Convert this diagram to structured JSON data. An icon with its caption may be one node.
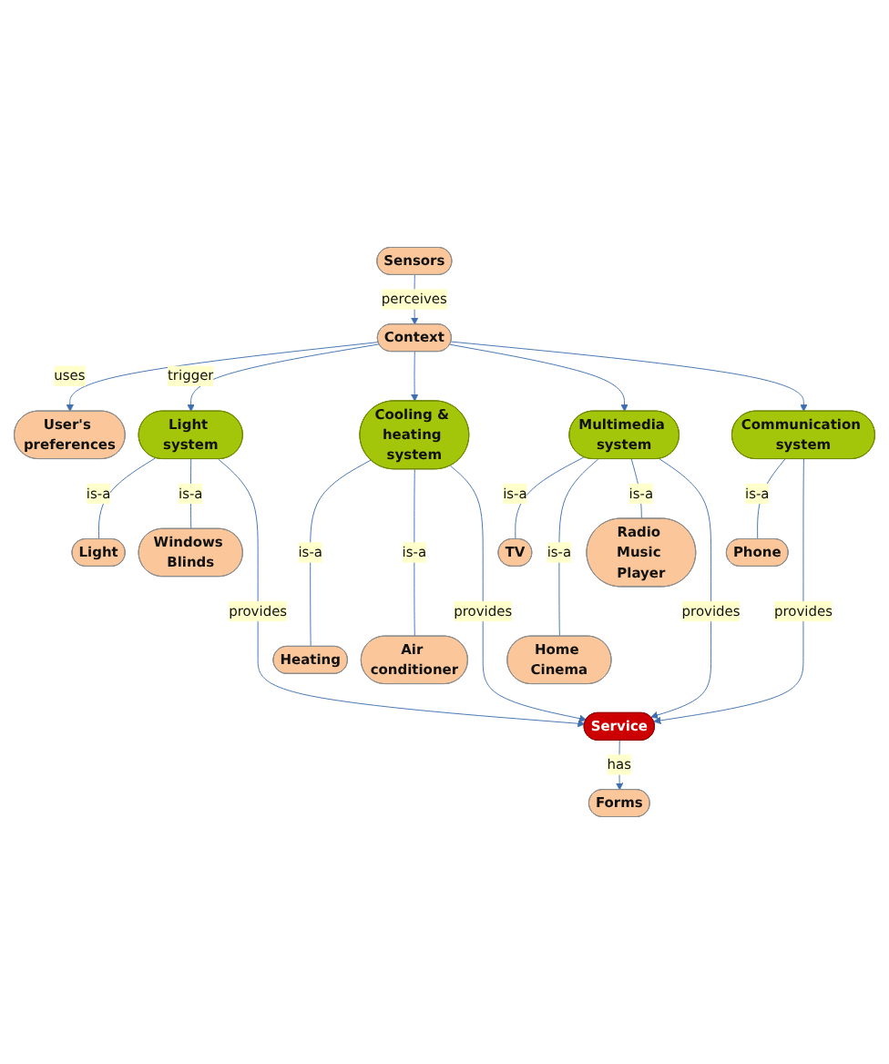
{
  "diagram": {
    "nodes": [
      {
        "text": [
          "Sensors"
        ]
      },
      {
        "text": [
          "User's preferences"
        ]
      },
      {
        "text": [
          "Context"
        ]
      },
      {
        "text": [
          "Light system"
        ]
      },
      {
        "text": [
          "Cooling & heating system"
        ]
      },
      {
        "text": [
          "Multimedia system"
        ]
      },
      {
        "text": [
          "Communication system"
        ]
      },
      {
        "text": [
          "Light"
        ]
      },
      {
        "text": [
          "Windows Blinds"
        ]
      },
      {
        "text": [
          "TV"
        ]
      },
      {
        "text": [
          "Home Cinema"
        ]
      },
      {
        "text": [
          "Radio Music Player"
        ]
      },
      {
        "text": [
          "Phone"
        ]
      },
      {
        "text": [
          "Heating"
        ]
      },
      {
        "text": [
          "Air conditioner"
        ]
      },
      {
        "text": [
          "Service"
        ]
      },
      {
        "text": [
          "Forms"
        ]
      }
    ],
    "edges": [
      {
        "from": 0,
        "to": 2,
        "arrow": "to",
        "label": "perceives"
      },
      {
        "from": 2,
        "to": 1,
        "arrow": "to",
        "label": "uses"
      },
      {
        "from": 2,
        "to": 3,
        "arrow": "to",
        "label": "trigger"
      },
      {
        "from": 2,
        "to": 4,
        "arrow": "to"
      },
      {
        "from": 2,
        "to": 5,
        "arrow": "to"
      },
      {
        "from": 2,
        "to": 6,
        "arrow": "to"
      },
      {
        "from": 3,
        "to": 7,
        "arrow": "none",
        "label": "is-a"
      },
      {
        "from": 3,
        "to": 8,
        "arrow": "none",
        "label": "is-a"
      },
      {
        "from": 4,
        "to": 13,
        "arrow": "none",
        "label": "is-a"
      },
      {
        "from": 4,
        "to": 14,
        "arrow": "none",
        "label": "is-a"
      },
      {
        "from": 5,
        "to": 9,
        "arrow": "none",
        "label": "is-a"
      },
      {
        "from": 5,
        "to": 10,
        "arrow": "none",
        "label": "is-a"
      },
      {
        "from": 5,
        "to": 11,
        "arrow": "none",
        "label": "is-a"
      },
      {
        "from": 6,
        "to": 12,
        "arrow": "none",
        "label": "is-a"
      },
      {
        "from": 3,
        "to": 15,
        "arrow": "to",
        "label": "provides"
      },
      {
        "from": 4,
        "to": 15,
        "arrow": "to",
        "label": "provides"
      },
      {
        "from": 5,
        "to": 15,
        "arrow": "to",
        "label": "provides"
      },
      {
        "from": 6,
        "to": 15,
        "arrow": "to",
        "label": "provides"
      },
      {
        "from": 15,
        "to": 16,
        "arrow": "to",
        "label": "has"
      }
    ]
  }
}
